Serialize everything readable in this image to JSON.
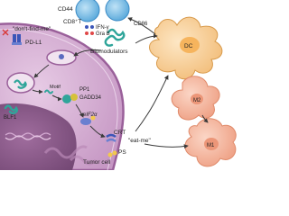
{
  "labels": {
    "cd44": "CD44",
    "cd8t": "CD8⁺T",
    "ifn": "IFN-γ",
    "grab": "Gra B",
    "cd86": "CD86",
    "dc": "DC",
    "dont_find_me": "\"don't-find-me\"",
    "pdl1": "PD-L1",
    "biomodulators": "Biomodulators",
    "motif": "Motif",
    "pp1": "PP1",
    "gadd34": "GADD34",
    "blf1": "BLF1",
    "eif2a": "eIF2α",
    "crt": "CRT",
    "eat_me": "\"eat-me\"",
    "ps": "PS",
    "tumor_cell": "Tumor cell",
    "m2": "M2",
    "m1": "M1"
  },
  "colors": {
    "cell_cytoplasm": "#d9b4d6",
    "cell_membrane": "#a36aa1",
    "nucleus": "#8d5a8b",
    "tcell": "#6fb6e4",
    "dc": "#f7cd94",
    "macrophage": "#f3b19a",
    "biomodulator": "#2fa59a",
    "arrow": "#3a3a3a"
  }
}
